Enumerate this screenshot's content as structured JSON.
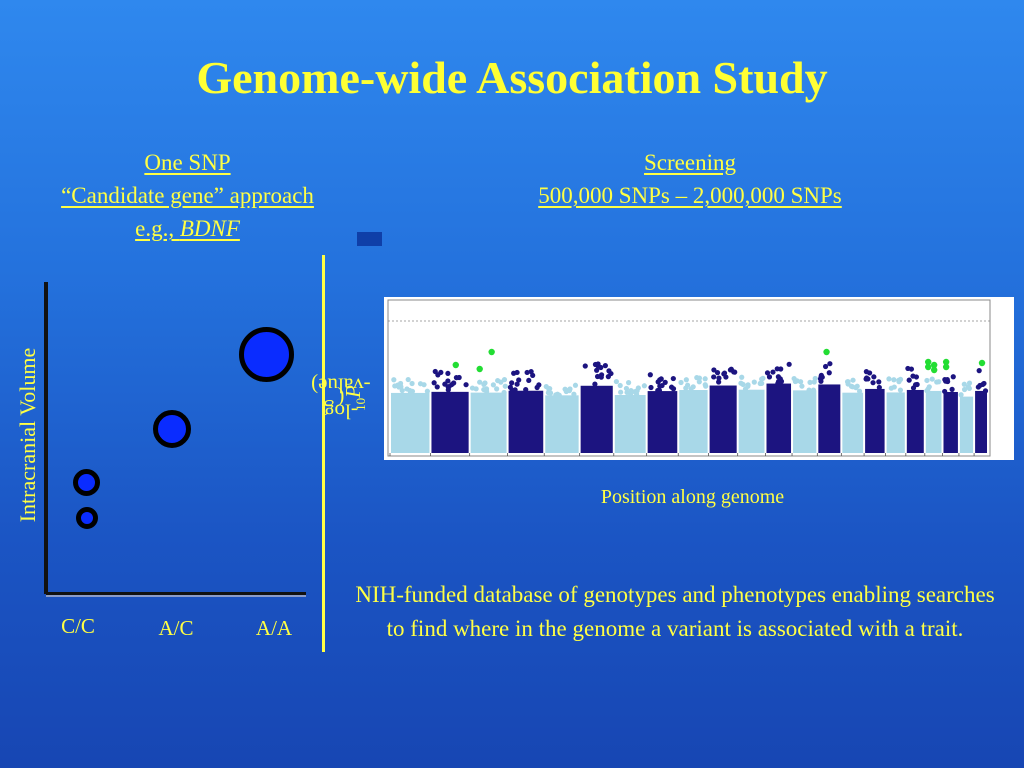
{
  "title": "Genome-wide Association Study",
  "left": {
    "heading_line1": "One SNP",
    "heading_line2": "“Candidate gene” approach",
    "heading_eg": "e.g., ",
    "heading_gene": "BDNF",
    "ylabel": "Intracranial Volume",
    "categories": [
      "C/C",
      "A/C",
      "A/A"
    ]
  },
  "right": {
    "heading_line1": "Screening",
    "heading_line2": "500,000 SNPs – 2,000,000 SNPs",
    "ylabel_prefix": "-log",
    "ylabel_sub": "10",
    "ylabel_open": "(",
    "ylabel_p": "P",
    "ylabel_suffix": "-value)",
    "xlabel": "Position along genome"
  },
  "description": "NIH-funded database of genotypes and phenotypes enabling searches to find where in the genome a variant is associated with a trait.",
  "colors": {
    "title": "#ffff33",
    "text": "#ffff44",
    "dot_fill": "#0a2cff",
    "light_snp": "#a8d8e8",
    "dark_snp": "#1c1480",
    "hit_snp": "#22dd33"
  },
  "chart_data": [
    {
      "type": "scatter",
      "categories": [
        "C/C",
        "A/C",
        "A/A"
      ],
      "ylabel": "Intracranial Volume",
      "points": [
        {
          "category": "C/C",
          "y": 0.25,
          "size": "small"
        },
        {
          "category": "C/C",
          "y": 0.37,
          "size": "small"
        },
        {
          "category": "A/C",
          "y": 0.53,
          "size": "medium"
        },
        {
          "category": "A/A",
          "y": 0.78,
          "size": "large"
        }
      ]
    },
    {
      "type": "scatter",
      "subtype": "manhattan",
      "xlabel": "Position along genome",
      "ylabel": "-log10(P-value)",
      "chromosome_bands": 22,
      "significance_line": true,
      "hit_positions": [
        0.11,
        0.17,
        0.15,
        0.73,
        0.9,
        0.91,
        0.93,
        0.99
      ]
    }
  ]
}
